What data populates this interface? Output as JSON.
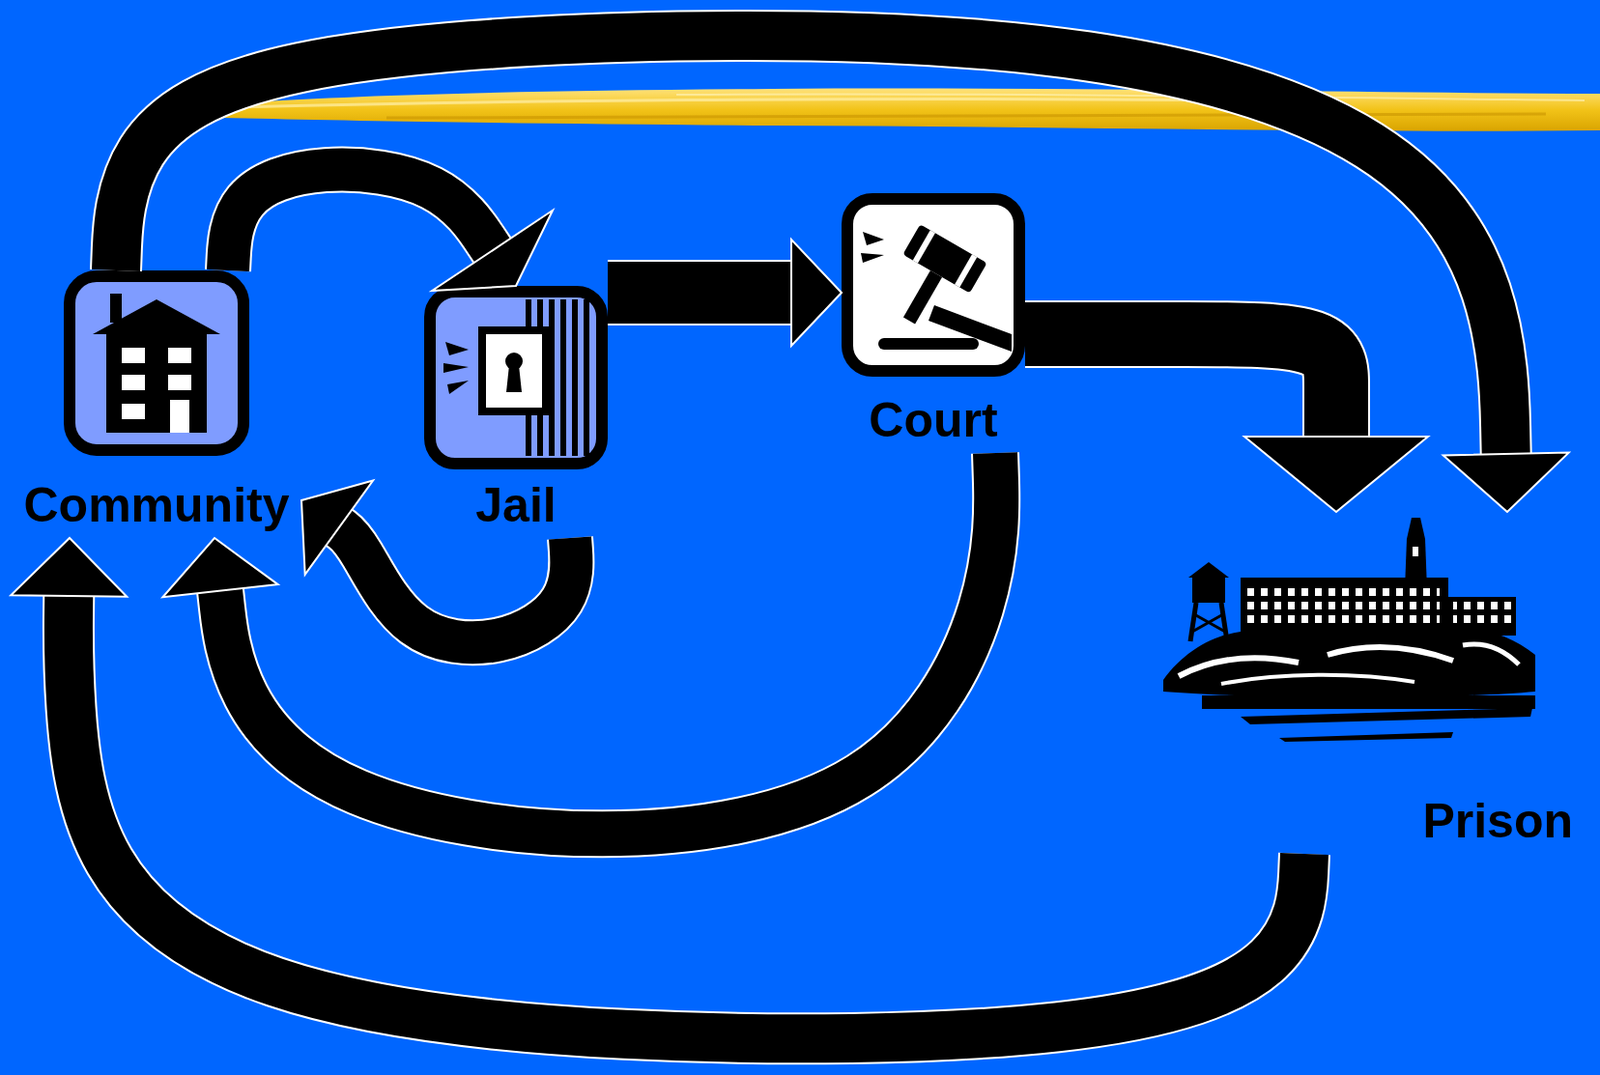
{
  "diagram": {
    "nodes": [
      {
        "text": [
          "Community"
        ]
      },
      {
        "text": [
          "Jail"
        ]
      },
      {
        "text": [
          "Court"
        ]
      },
      {
        "text": [
          "Prison"
        ]
      }
    ],
    "edges": [
      {
        "from": 0,
        "to": 1,
        "arrow": "to"
      },
      {
        "from": 1,
        "to": 0,
        "arrow": "to"
      },
      {
        "from": 0,
        "to": 3,
        "arrow": "to"
      },
      {
        "from": 1,
        "to": 2,
        "arrow": "to"
      },
      {
        "from": 2,
        "to": 3,
        "arrow": "to"
      },
      {
        "from": 2,
        "to": 0,
        "arrow": "to"
      },
      {
        "from": 3,
        "to": 0,
        "arrow": "to"
      }
    ]
  }
}
